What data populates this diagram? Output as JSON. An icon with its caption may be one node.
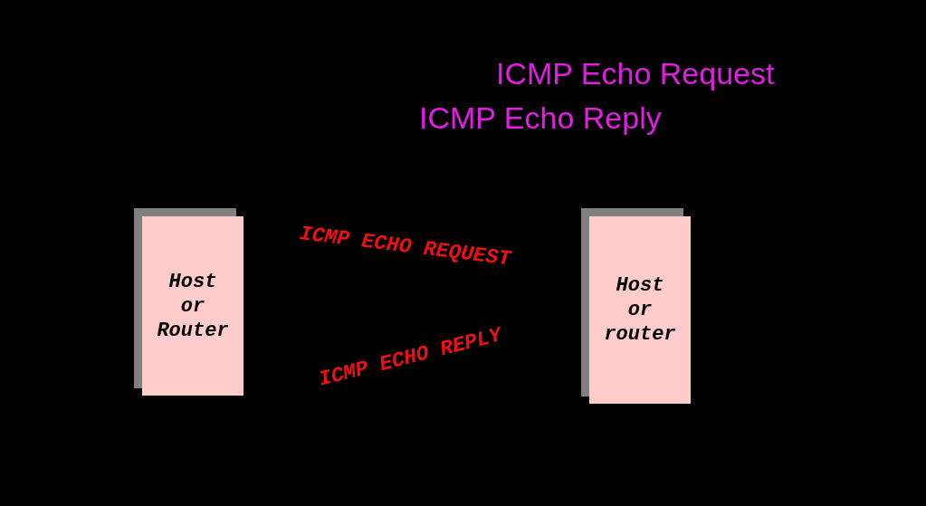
{
  "diagram": {
    "nodes": [
      {
        "text": [
          "Host or Router"
        ]
      },
      {
        "text": [
          "Host or router"
        ]
      }
    ],
    "labels": [
      "ICMP Echo Request",
      "ICMP Echo Reply",
      "ICMP ECHO REQUEST",
      "ICMP ECHO REPLY"
    ]
  }
}
